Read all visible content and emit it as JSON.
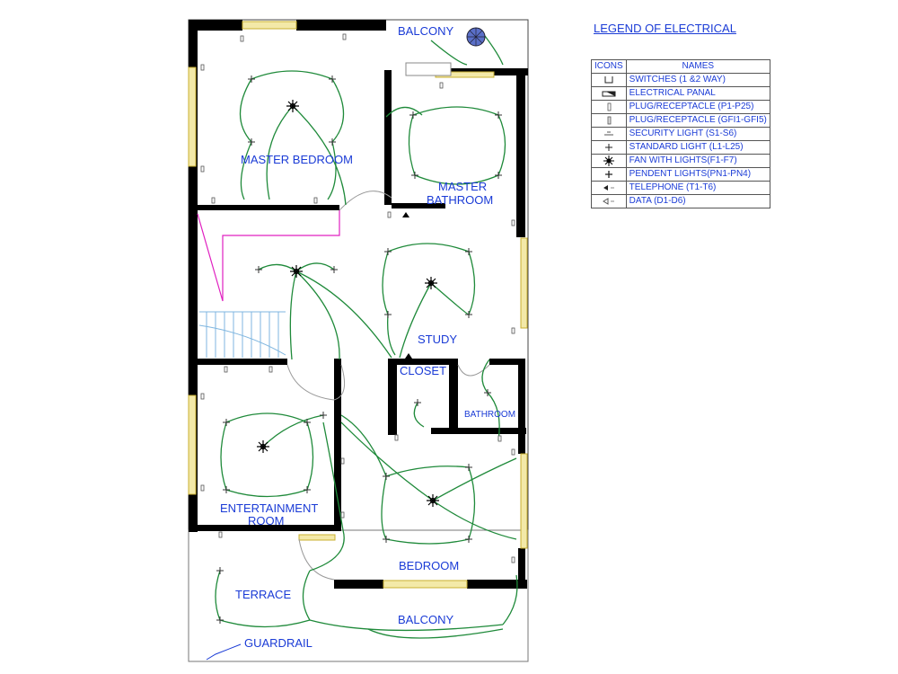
{
  "legend": {
    "title": "LEGEND OF ELECTRICAL",
    "col_icons": "ICONS",
    "col_names": "NAMES",
    "rows": [
      {
        "icon": "switch-icon",
        "name": "SWITCHES (1 &2 WAY)"
      },
      {
        "icon": "electrical-panel-icon",
        "name": "ELECTRICAL PANAL"
      },
      {
        "icon": "plug-receptacle-icon",
        "name": "PLUG/RECEPTACLE (P1-P25)"
      },
      {
        "icon": "gfi-receptacle-icon",
        "name": "PLUG/RECEPTACLE (GFI1-GFI5)"
      },
      {
        "icon": "security-light-icon",
        "name": "SECURITY LIGHT (S1-S6)"
      },
      {
        "icon": "standard-light-icon",
        "name": "STANDARD LIGHT (L1-L25)"
      },
      {
        "icon": "fan-with-lights-icon",
        "name": "FAN WITH LIGHTS(F1-F7)"
      },
      {
        "icon": "pendent-light-icon",
        "name": "PENDENT LIGHTS(PN1-PN4)"
      },
      {
        "icon": "telephone-icon",
        "name": "TELEPHONE (T1-T6)"
      },
      {
        "icon": "data-outlet-icon",
        "name": "DATA (D1-D6)"
      }
    ]
  },
  "rooms": {
    "balcony_top": "BALCONY",
    "master_bedroom": "MASTER BEDROOM",
    "master_bathroom_1": "MASTER",
    "master_bathroom_2": "BATHROOM",
    "study": "STUDY",
    "closet": "CLOSET",
    "bathroom": "BATHROOM",
    "entertainment_1": "ENTERTAINMENT",
    "entertainment_2": "ROOM",
    "bedroom": "BEDROOM",
    "terrace": "TERRACE",
    "balcony_bottom": "BALCONY",
    "guardrail": "GUARDRAIL"
  },
  "colors": {
    "wire": "#1f8a3a",
    "wall": "#000000",
    "window": "#d8c441",
    "label": "#1a3bd6",
    "stair_line": "#e020c0",
    "stair_steps": "#7fb6e0"
  }
}
